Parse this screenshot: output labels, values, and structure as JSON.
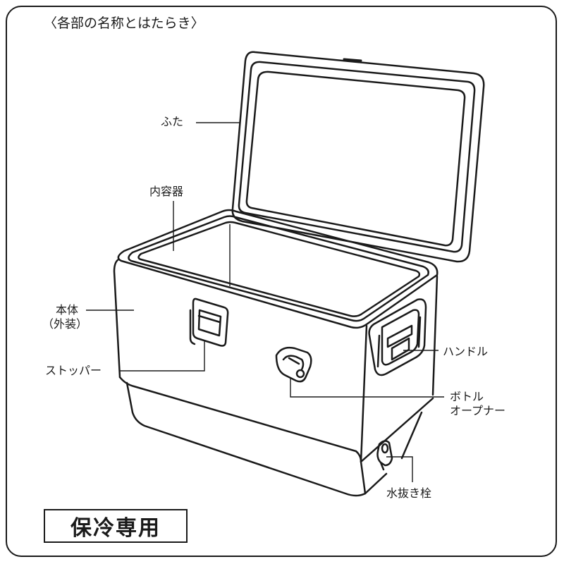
{
  "title": "〈各部の名称とはたらき〉",
  "labels": {
    "lid": "ふた",
    "inner": "内容器",
    "body_line1": "本体",
    "body_line2": "（外装）",
    "stopper": "ストッパー",
    "handle": "ハンドル",
    "opener_line1": "ボトル",
    "opener_line2": "オープナー",
    "drain": "水抜き栓"
  },
  "badge": "保冷専用"
}
